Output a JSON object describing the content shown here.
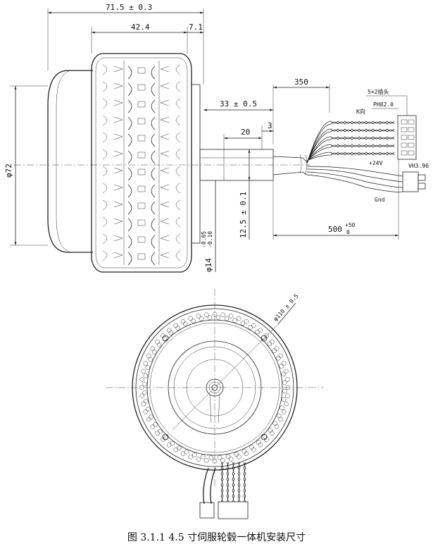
{
  "dimensions": {
    "overall_width": "71.5 ± 0.3",
    "tire_width": "42.4",
    "hub_offset": "7.1",
    "diameter": "φ72",
    "cable_length_top": "350",
    "shaft_length": "33 ± 0.5",
    "shaft_flat": "20",
    "shaft_step": "3",
    "shaft_height": "12.5 ± 0.1",
    "shaft_diameter": "φ14",
    "shaft_tol_upper": "-0.05",
    "shaft_tol_lower": "-0.10",
    "cable_length_total": "500",
    "cable_tol": "+50",
    "cable_tol_lower": "0",
    "bolt_circle": "φ110 ± 0.5"
  },
  "connectors": {
    "signal_pins": "5×2插头",
    "signal_type": "PH82.0",
    "signal_label": "K向",
    "power_pos": "+24V",
    "power_type": "VH3.96",
    "ground": "Gnd"
  },
  "caption": "图 3.1.1  4.5 寸伺服轮毂一体机安装尺寸"
}
